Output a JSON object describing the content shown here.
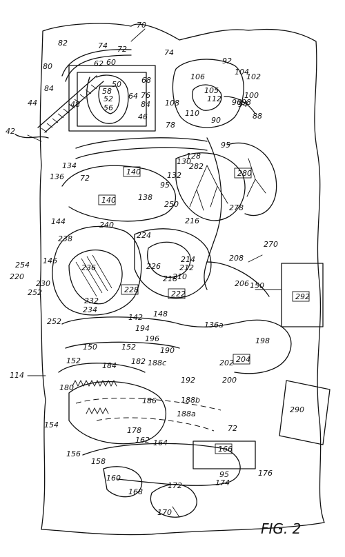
{
  "figure": {
    "title": "FIG. 2",
    "labels": [
      "70",
      "72",
      "74",
      "80",
      "82",
      "84",
      "44",
      "42",
      "48",
      "50",
      "52",
      "56",
      "58",
      "60",
      "62",
      "64",
      "68",
      "46",
      "74",
      "76",
      "84",
      "108",
      "78",
      "88",
      "90",
      "92",
      "94",
      "95",
      "96",
      "98",
      "100",
      "102",
      "104",
      "105",
      "106",
      "110",
      "112",
      "134",
      "136",
      "72",
      "140",
      "140",
      "95",
      "132",
      "138",
      "128",
      "130",
      "282",
      "280",
      "278",
      "250",
      "144",
      "240",
      "216",
      "238",
      "224",
      "146",
      "214",
      "212",
      "210",
      "254",
      "220",
      "230",
      "236",
      "226",
      "228",
      "218",
      "208",
      "270",
      "206",
      "150",
      "222",
      "252",
      "232",
      "234",
      "252",
      "142",
      "148",
      "194",
      "136a",
      "196",
      "150",
      "152",
      "190",
      "198",
      "204",
      "202",
      "200",
      "152",
      "114",
      "184",
      "182",
      "188c",
      "180",
      "192",
      "186",
      "188b",
      "188a",
      "154",
      "178",
      "162",
      "164",
      "72",
      "166",
      "156",
      "158",
      "160",
      "168",
      "172",
      "174",
      "95",
      "176",
      "170",
      "290",
      "292"
    ],
    "boxed_labels": [
      "140",
      "140",
      "280",
      "228",
      "222",
      "166",
      "204",
      "292"
    ]
  },
  "colors": {
    "ink": "#111111",
    "paper": "#ffffff"
  }
}
